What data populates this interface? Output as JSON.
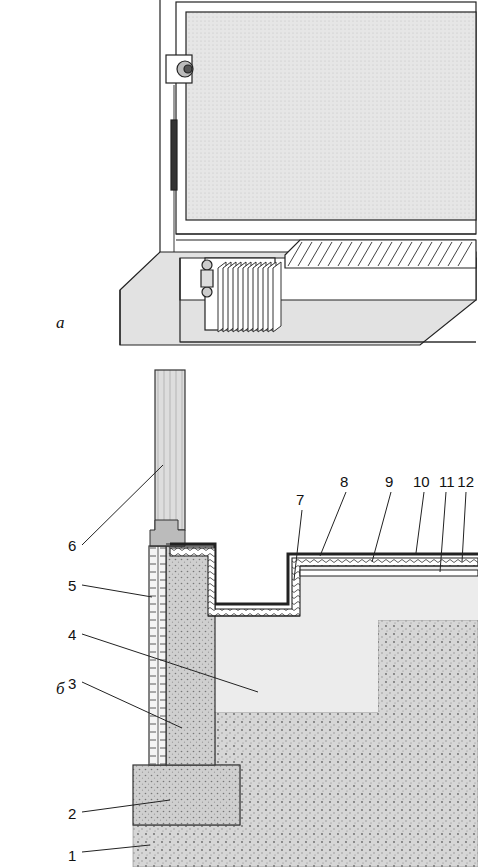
{
  "diagram": {
    "labels": [
      "а",
      "б",
      "1",
      "2",
      "3",
      "4",
      "5",
      "6",
      "7",
      "8",
      "9",
      "10",
      "11",
      "12"
    ]
  }
}
